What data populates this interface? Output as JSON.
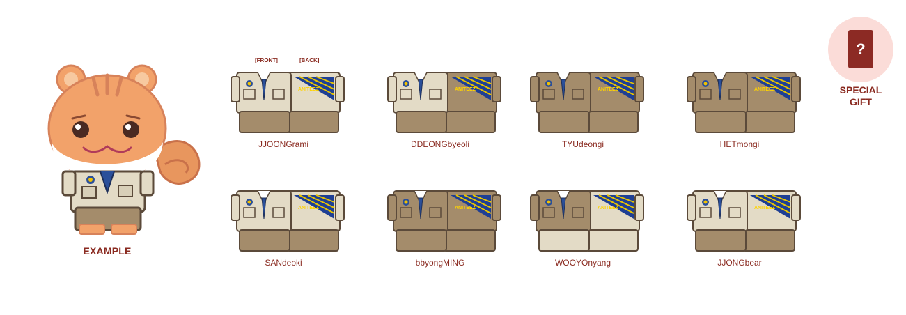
{
  "example": {
    "label": "EXAMPLE"
  },
  "side_labels": {
    "front": "[FRONT]",
    "back": "[BACK]"
  },
  "outfits": [
    {
      "name": "JJOONGrami",
      "front": "#e3dbc6",
      "back": "#e3dbc6",
      "pants": "#a48c6b"
    },
    {
      "name": "DDEONGbyeoli",
      "front": "#e3dbc6",
      "back": "#a48c6b",
      "pants": "#a48c6b"
    },
    {
      "name": "TYUdeongi",
      "front": "#a48c6b",
      "back": "#a48c6b",
      "pants": "#a48c6b"
    },
    {
      "name": "HETmongi",
      "front": "#a48c6b",
      "back": "#a48c6b",
      "pants": "#a48c6b"
    },
    {
      "name": "SANdeoki",
      "front": "#e3dbc6",
      "back": "#e3dbc6",
      "pants": "#a48c6b"
    },
    {
      "name": "bbyongMING",
      "front": "#a48c6b",
      "back": "#a48c6b",
      "pants": "#a48c6b"
    },
    {
      "name": "WOOYOnyang",
      "front": "#a48c6b",
      "back": "#e3dbc6",
      "pants": "#e3dbc6"
    },
    {
      "name": "JJONGbear",
      "front": "#e3dbc6",
      "back": "#e3dbc6",
      "pants": "#a48c6b"
    }
  ],
  "special_gift": {
    "label_line1": "SPECIAL",
    "label_line2": "GIFT",
    "card_symbol": "?"
  },
  "back_logo_text": "ANITEEZ"
}
